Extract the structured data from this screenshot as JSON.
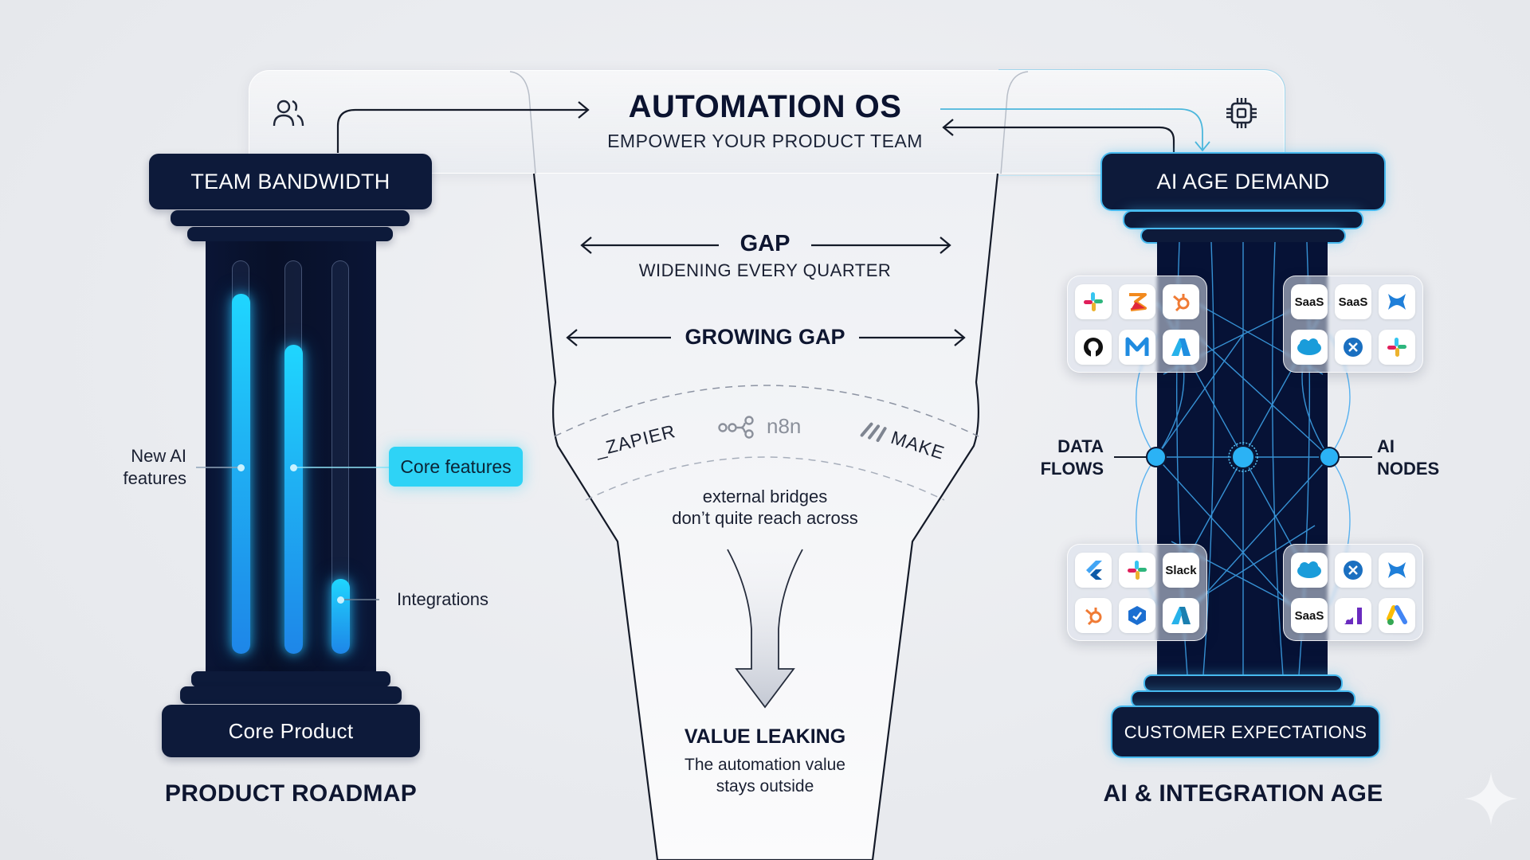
{
  "header": {
    "title": "AUTOMATION OS",
    "subtitle": "EMPOWER YOUR PRODUCT TEAM",
    "left_icon": "users-icon",
    "right_icon": "chip-icon"
  },
  "left_pillar": {
    "capital_label": "TEAM BANDWIDTH",
    "base_label": "Core Product",
    "footer": "PRODUCT ROADMAP",
    "bars": [
      {
        "label": "New AI features",
        "fill_fraction": 0.92
      },
      {
        "label": "Core features",
        "fill_fraction": 0.79
      },
      {
        "label": "Integrations",
        "fill_fraction": 0.19
      }
    ],
    "labels": {
      "new_ai_line1": "New AI",
      "new_ai_line2": "features",
      "core": "Core features",
      "integrations": "Integrations"
    }
  },
  "center": {
    "gap_title": "GAP",
    "gap_subtitle": "WIDENING EVERY QUARTER",
    "growing_gap": "GROWING GAP",
    "bridges": [
      {
        "name": "ZAPIER",
        "icon": "zapier-icon"
      },
      {
        "name": "n8n",
        "icon": "n8n-icon"
      },
      {
        "name": "MAKE",
        "icon": "make-icon"
      }
    ],
    "bridges_note_line1": "external bridges",
    "bridges_note_line2": "don’t quite reach across",
    "leak_title": "VALUE LEAKING",
    "leak_line1": "The automation value",
    "leak_line2": "stays outside"
  },
  "right_pillar": {
    "capital_label": "AI AGE DEMAND",
    "base_label": "CUSTOMER EXPECTATIONS",
    "footer": "AI & INTEGRATION AGE",
    "left_label_line1": "DATA",
    "left_label_line2": "FLOWS",
    "right_label_line1": "AI",
    "right_label_line2": "NODES",
    "tile_groups": [
      {
        "position": "top-left",
        "tiles": [
          "slack-icon",
          "sendinblue-icon",
          "hubspot-icon",
          "github-icon",
          "make-m-icon",
          "azure-icon"
        ]
      },
      {
        "position": "top-right",
        "tiles": [
          "SaaS",
          "SaaS",
          "confluence-icon",
          "salesforce-icon",
          "xero-icon",
          "slack-icon"
        ]
      },
      {
        "position": "bottom-left",
        "tiles": [
          "flutter-icon",
          "slack-icon",
          "Slack",
          "hubspot-icon",
          "shield-app-icon",
          "azure-icon"
        ]
      },
      {
        "position": "bottom-right",
        "tiles": [
          "salesforce-icon",
          "xero-icon",
          "confluence-icon",
          "SaaS",
          "analytics-icon",
          "google-ads-icon"
        ]
      }
    ]
  },
  "colors": {
    "navy": "#0d1a3a",
    "cyan": "#1fd6ff",
    "accent_blue": "#47b9ee",
    "pill": "#2ed3f6"
  }
}
